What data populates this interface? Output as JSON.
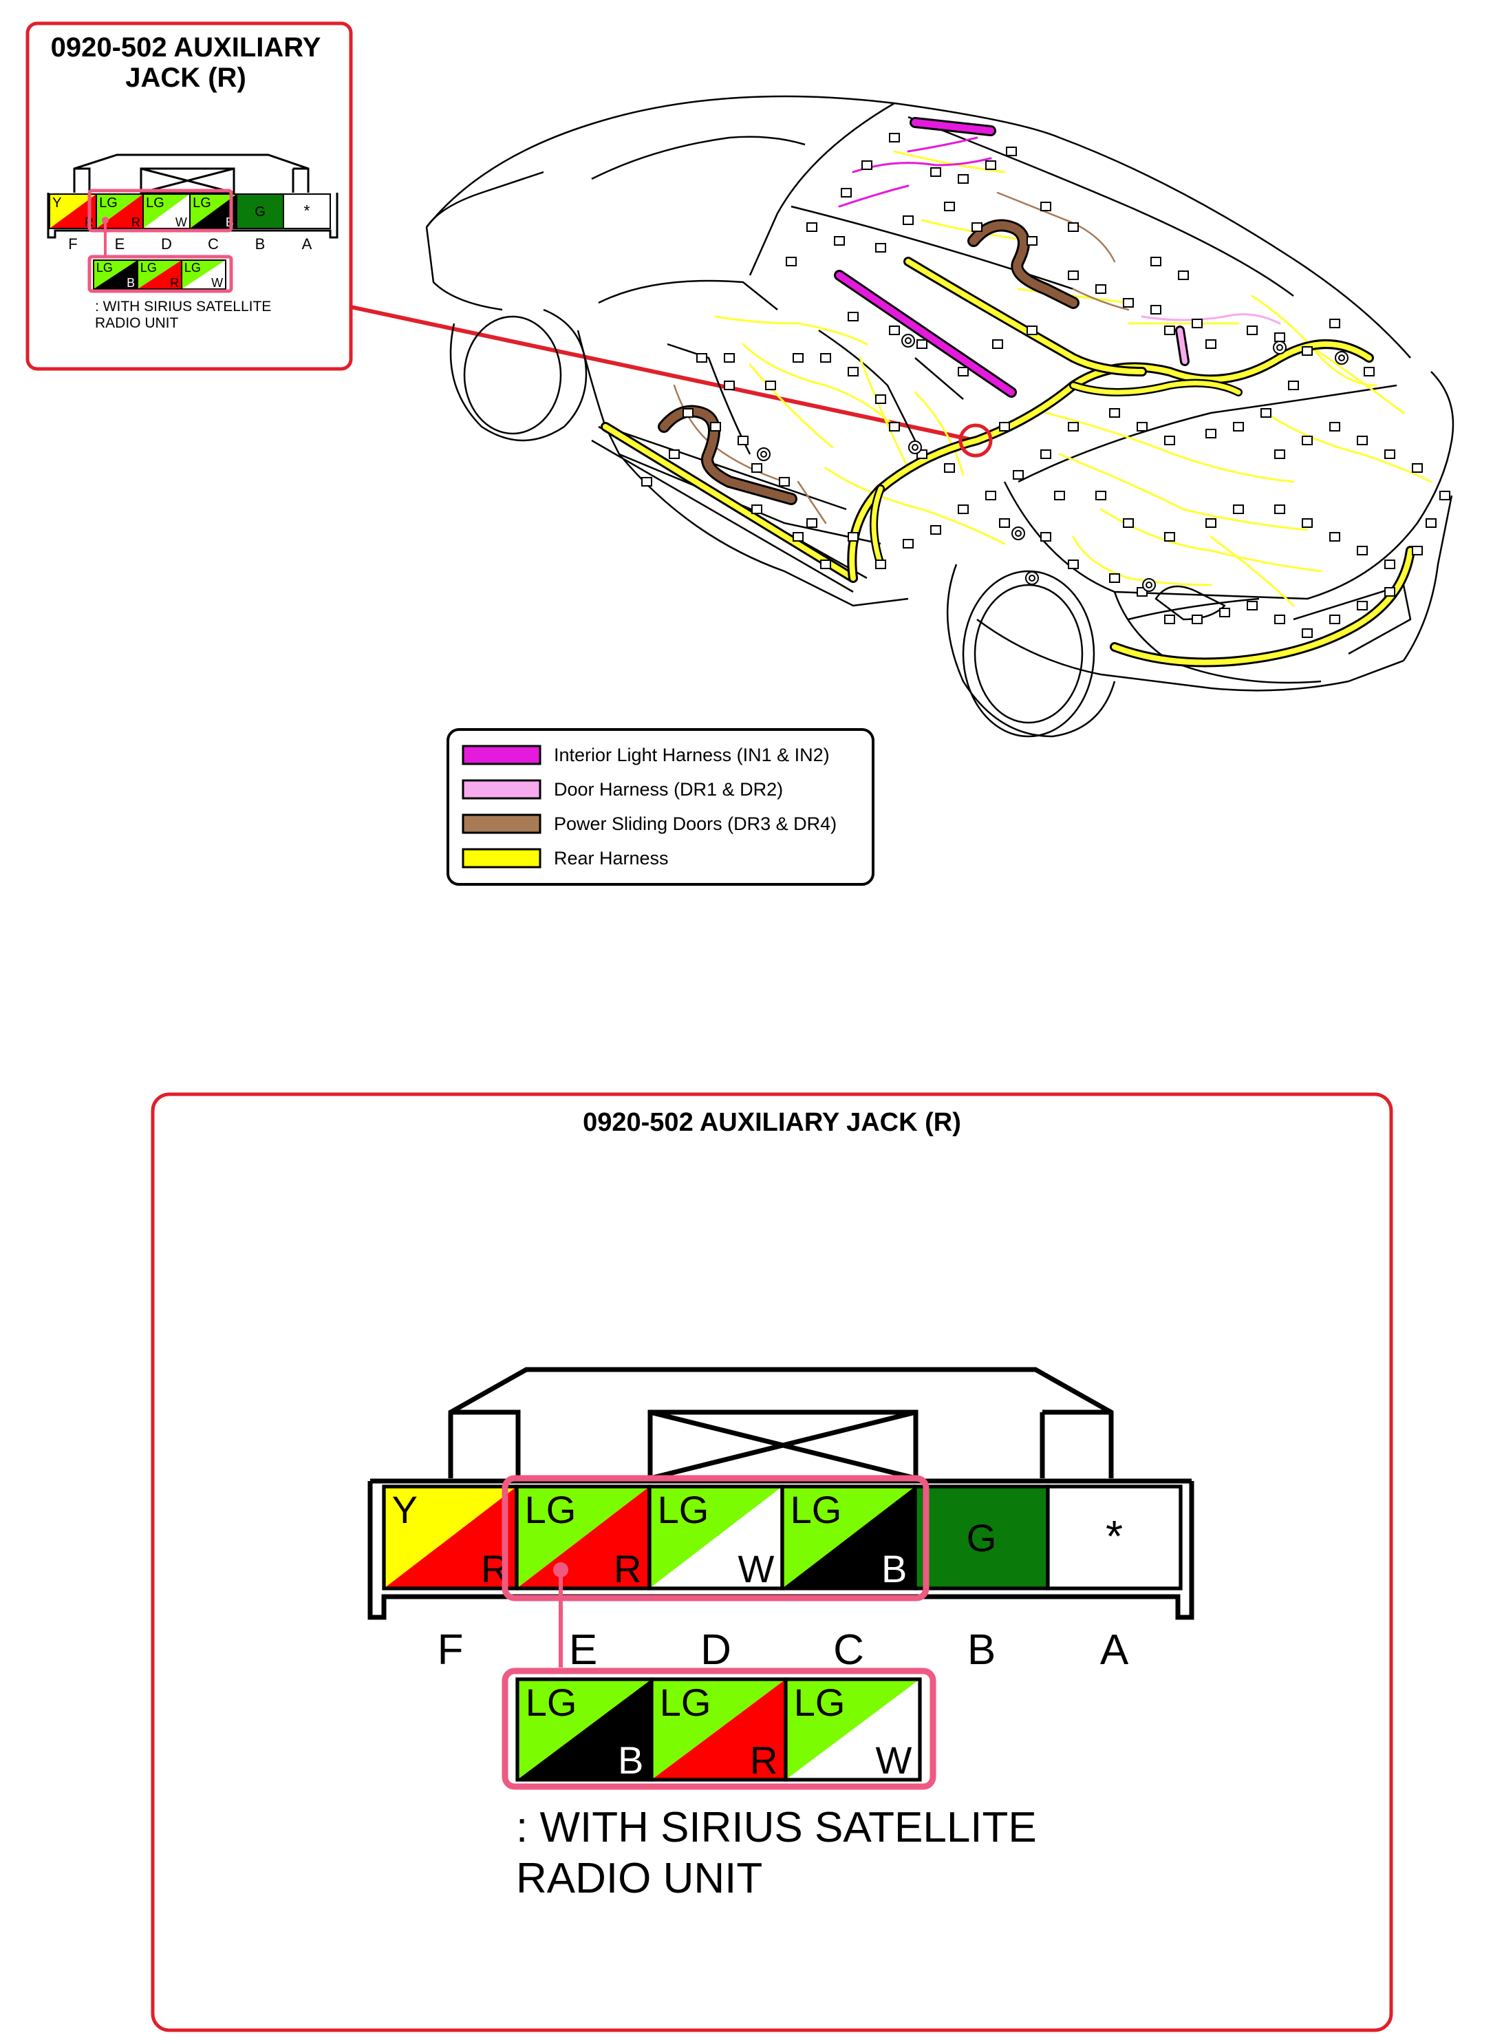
{
  "connector": {
    "title": "0920-502 AUXILIARY JACK (R)",
    "inset_title_line1": "0920-502 AUXILIARY",
    "inset_title_line2": "JACK (R)",
    "terminals": [
      {
        "pos": "F",
        "top": "Y",
        "bottom": "R",
        "top_color": "#ffff00",
        "bottom_color": "#ff0000",
        "top_text_color": "#000000",
        "bottom_text_color": "#000000"
      },
      {
        "pos": "E",
        "top": "LG",
        "bottom": "R",
        "top_color": "#7cfc00",
        "bottom_color": "#ff0000",
        "top_text_color": "#000000",
        "bottom_text_color": "#000000"
      },
      {
        "pos": "D",
        "top": "LG",
        "bottom": "W",
        "top_color": "#7cfc00",
        "bottom_color": "#ffffff",
        "top_text_color": "#000000",
        "bottom_text_color": "#000000"
      },
      {
        "pos": "C",
        "top": "LG",
        "bottom": "B",
        "top_color": "#7cfc00",
        "bottom_color": "#000000",
        "top_text_color": "#000000",
        "bottom_text_color": "#ffffff"
      },
      {
        "pos": "B",
        "top": "G",
        "bottom": "",
        "top_color": "#0a7a0a",
        "bottom_color": "#0a7a0a",
        "top_text_color": "#000000",
        "bottom_text_color": "#000000"
      },
      {
        "pos": "A",
        "top": "*",
        "bottom": "",
        "top_color": "#ffffff",
        "bottom_color": "#ffffff",
        "top_text_color": "#000000",
        "bottom_text_color": "#000000"
      }
    ],
    "alt_terminals": [
      {
        "top": "LG",
        "bottom": "B",
        "top_color": "#7cfc00",
        "bottom_color": "#000000",
        "bottom_text_color": "#ffffff"
      },
      {
        "top": "LG",
        "bottom": "R",
        "top_color": "#7cfc00",
        "bottom_color": "#ff0000",
        "bottom_text_color": "#000000"
      },
      {
        "top": "LG",
        "bottom": "W",
        "top_color": "#7cfc00",
        "bottom_color": "#ffffff",
        "bottom_text_color": "#000000"
      }
    ],
    "alt_note_line1": ": WITH SIRIUS SATELLITE",
    "alt_note_line2": "RADIO UNIT",
    "inset_note_line1": ": WITH SIRIUS SATELLITE",
    "inset_note_line2": "RADIO UNIT"
  },
  "legend": {
    "items": [
      {
        "label": "Interior Light Harness (IN1 & IN2)",
        "color": "#e41adc"
      },
      {
        "label": "Door Harness (DR1 & DR2)",
        "color": "#f7aaee"
      },
      {
        "label": "Power Sliding Doors (DR3 & DR4)",
        "color": "#a87a56"
      },
      {
        "label": "Rear Harness",
        "color": "#ffff00"
      }
    ]
  },
  "colors": {
    "accent_red": "#e0202a",
    "highlight_pink": "#ee5a82",
    "line_black": "#000000",
    "harness_yellow": "#ffff33",
    "harness_pink": "#e41adc",
    "harness_brown": "#8b5a3c"
  }
}
